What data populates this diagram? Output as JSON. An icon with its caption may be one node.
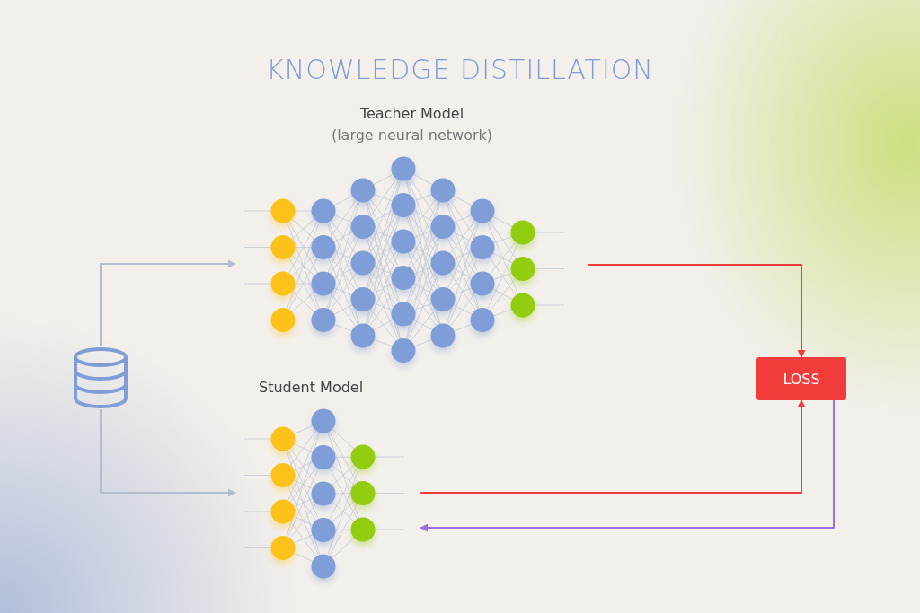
{
  "diagram": {
    "title": "KNOWLEDGE DISTILLATION",
    "nodes": [
      {
        "text": [],
        "shape": "cylinder"
      },
      {
        "text": [
          "Teacher Model",
          "(large neural network)"
        ]
      },
      {
        "text": [
          "Student Model"
        ]
      },
      {
        "text": [
          "LOSS"
        ]
      }
    ],
    "edges": [
      {
        "from": 0,
        "to": 1,
        "arrow": "to",
        "color": "#b4bdcc"
      },
      {
        "from": 0,
        "to": 2,
        "arrow": "to",
        "color": "#b4bdcc"
      },
      {
        "from": 1,
        "to": 3,
        "arrow": "to",
        "color": "#f03c3c"
      },
      {
        "from": 2,
        "to": 3,
        "arrow": "to",
        "color": "#f03c3c"
      },
      {
        "from": 3,
        "to": 2,
        "arrow": "to",
        "color": "#9a72e0"
      }
    ]
  }
}
